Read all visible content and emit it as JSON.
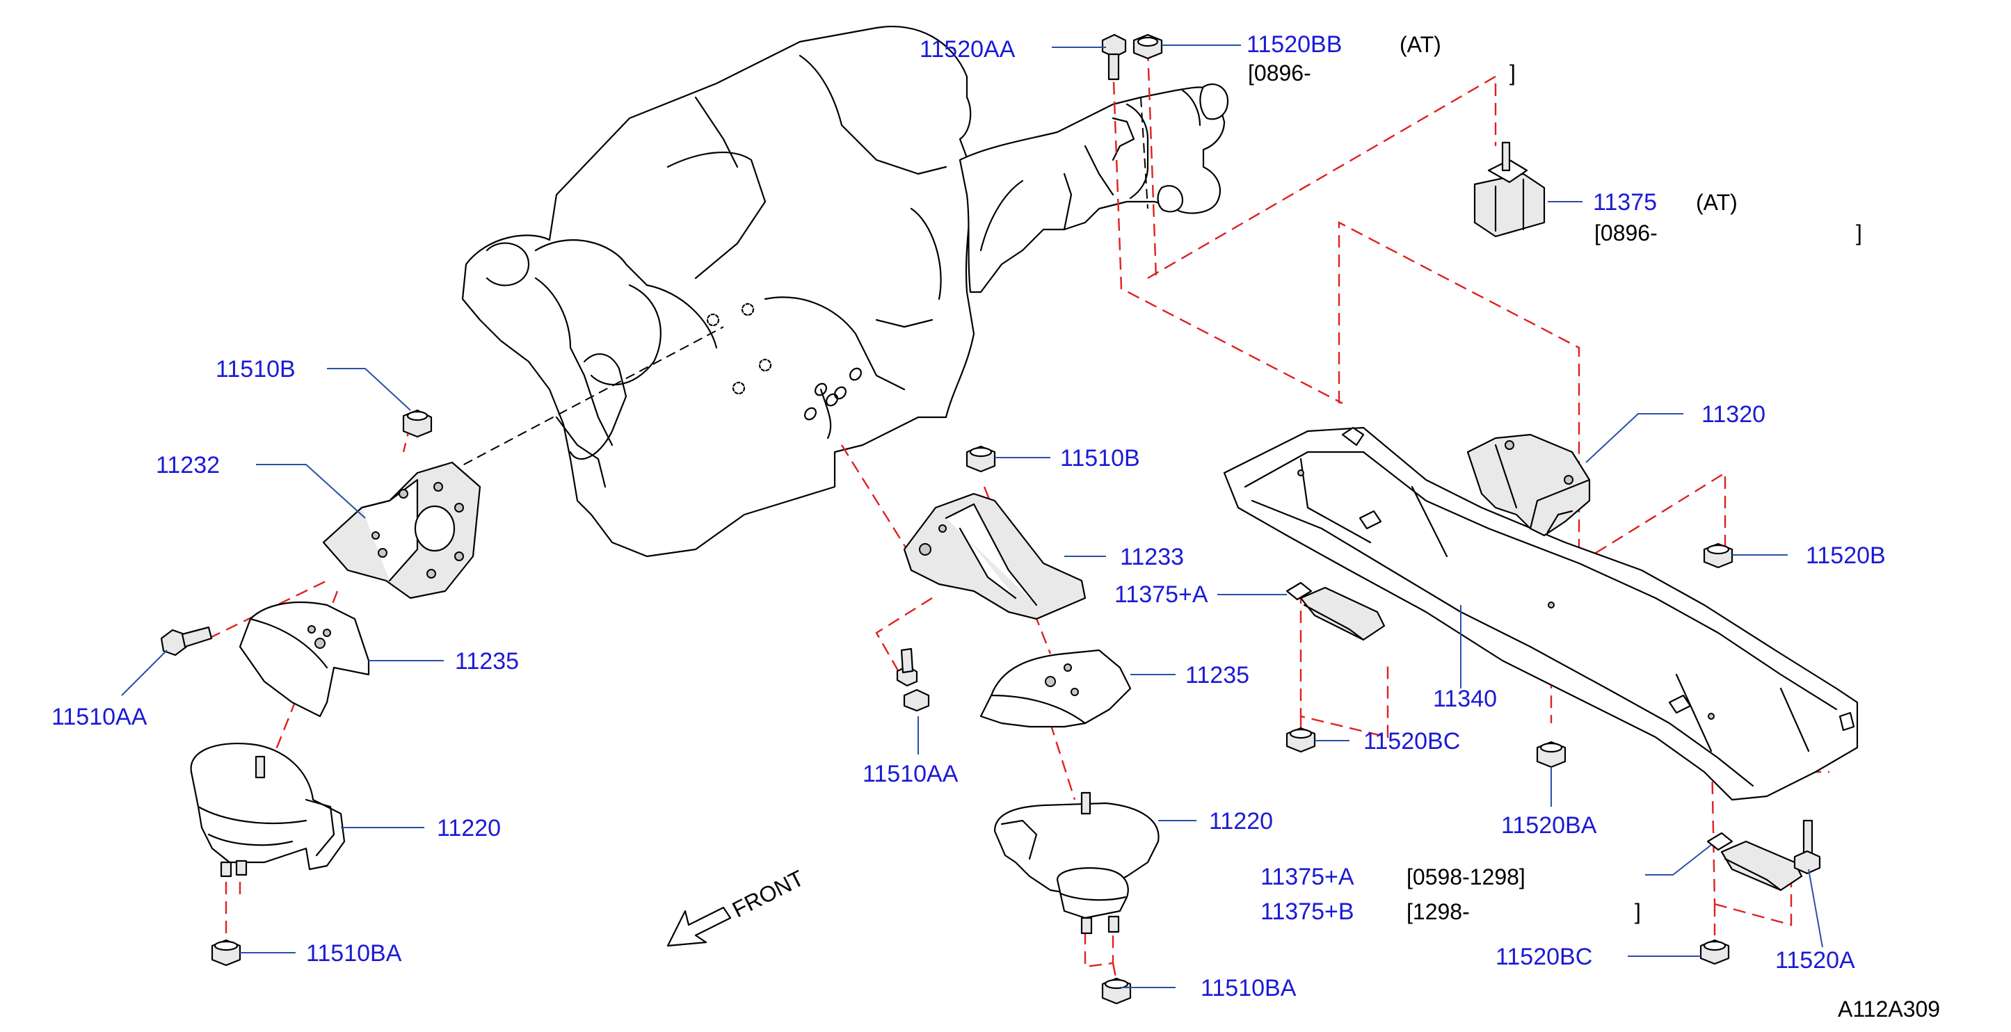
{
  "colors": {
    "label": "#1a1ad6",
    "leader": "#2a4fa8",
    "hidden_line": "#e02020",
    "outline": "#000000",
    "background": "#ffffff"
  },
  "labels": {
    "p11520AA_top": "11520AA",
    "p11520BB": "11520BB",
    "p11375_top": "11375",
    "p11510B_left": "11510B",
    "p11232": "11232",
    "p11510AA_left": "11510AA",
    "p11235_left": "11235",
    "p11220_left": "11220",
    "p11510BA_left": "11510BA",
    "p11510B_center": "11510B",
    "p11233": "11233",
    "p11375A_center": "11375+A",
    "p11235_center": "11235",
    "p11510AA_center": "11510AA",
    "p11220_center": "11220",
    "p11510BA_center": "11510BA",
    "p11320": "11320",
    "p11520B": "11520B",
    "p11340": "11340",
    "p11520BC_upper": "11520BC",
    "p11520BA": "11520BA",
    "p11375A_legend": "11375+A",
    "p11375B_legend": "11375+B",
    "p11520BC_lower": "11520BC",
    "p11520A": "11520A"
  },
  "notes": {
    "at_1": "(AT)",
    "date_1": "[0896-",
    "bracket_1": "]",
    "at_2": "(AT)",
    "date_2": "[0896-",
    "bracket_2": "]",
    "date_a": "[0598-1298]",
    "date_b": "[1298-",
    "bracket_b": "]"
  },
  "front_label": "FRONT",
  "diagram_code": "A112A309",
  "icons": {
    "front_arrow": "front-arrow-icon"
  }
}
